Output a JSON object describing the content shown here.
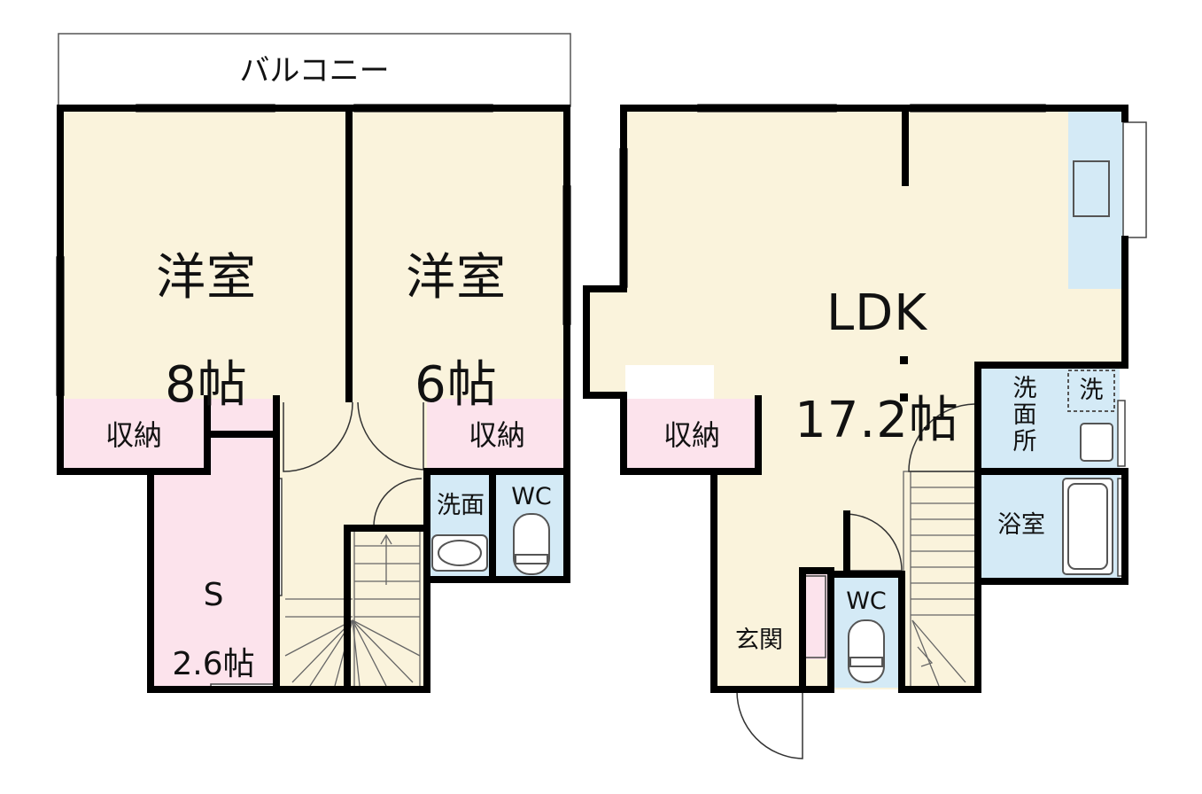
{
  "colors": {
    "room": "#FAF3DC",
    "storage": "#FCE3EC",
    "water": "#D4EAF6",
    "wall": "#000000"
  },
  "floor2": {
    "balcony": "バルコニー",
    "western_room_1": {
      "name": "洋室",
      "size": "8帖"
    },
    "western_room_2": {
      "name": "洋室",
      "size": "6帖"
    },
    "storage_left": "収納",
    "storage_right": "収納",
    "service_room": {
      "name": "S",
      "size": "2.6帖"
    },
    "washbasin": "洗面",
    "toilet": "WC"
  },
  "floor1": {
    "ldk": {
      "name": "LDK",
      "size": "17.2帖"
    },
    "storage": "収納",
    "washroom": "洗\n面\n所",
    "washer": "洗",
    "bathroom": "浴室",
    "toilet": "WC",
    "entrance": "玄関"
  }
}
